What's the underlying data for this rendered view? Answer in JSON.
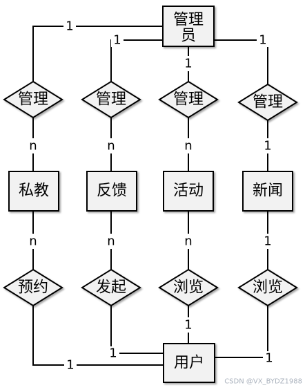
{
  "entities": {
    "admin": "管理\n员",
    "coach": "私教",
    "feedback": "反馈",
    "activity": "活动",
    "news": "新闻",
    "user": "用户"
  },
  "relationships": {
    "manage_coach": "管理",
    "manage_feedback": "管理",
    "manage_activity": "管理",
    "manage_news": "管理",
    "book": "预约",
    "initiate": "发起",
    "browse_activity": "浏览",
    "browse_news": "浏览"
  },
  "cardinalities": {
    "admin_coach": "1",
    "coach_manage": "n",
    "admin_feedback": "1",
    "feedback_manage": "n",
    "admin_activity": "1",
    "activity_manage": "n",
    "admin_news": "1",
    "news_manage": "1",
    "coach_book": "n",
    "user_book": "1",
    "feedback_initiate": "n",
    "user_initiate": "1",
    "activity_browse": "n",
    "user_browse_activity": "1",
    "news_browse": "1",
    "user_browse_news": "1"
  },
  "watermark": "CSDN @VX_BYDZ1988"
}
